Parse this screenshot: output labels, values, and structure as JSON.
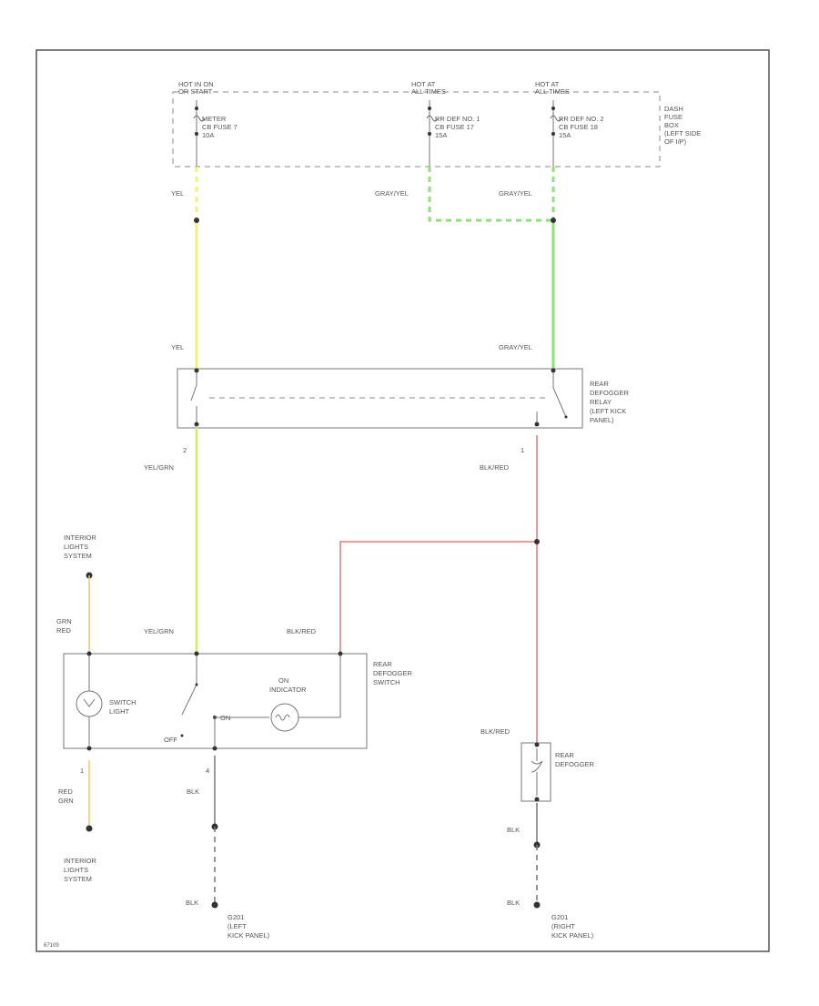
{
  "colors": {
    "yel": "#f2f27a",
    "yel_grn": "#d4ec7c",
    "gray_yel": "#8de07a",
    "blk_red": "#e07a7a",
    "red_grn": "#f2cc55",
    "grn_red": "#e8c878",
    "blk": "#777777"
  },
  "fuse_box": {
    "feeds": [
      {
        "lines": [
          "HOT IN ON",
          "OR START"
        ],
        "fuse_lines": [
          "METER",
          "CB FUSE 7",
          "10A"
        ]
      },
      {
        "lines": [
          "HOT AT",
          "ALL TIMES"
        ],
        "fuse_lines": [
          "RR DEF NO. 1",
          "CB FUSE 17",
          "15A"
        ]
      },
      {
        "lines": [
          "HOT AT",
          "ALL TIMES"
        ],
        "fuse_lines": [
          "RR DEF NO. 2",
          "CB FUSE 18",
          "15A"
        ]
      }
    ],
    "label_lines": [
      "DASH",
      "FUSE",
      "BOX",
      "(LEFT SIDE",
      "OF I/P)"
    ]
  },
  "wire_labels": {
    "yel_top": "YEL",
    "grayyel_a": "GRAY/YEL",
    "grayyel_b": "GRAY/YEL",
    "yel_mid": "YEL",
    "grayyel_mid": "GRAY/YEL",
    "pin_2": "2",
    "yelgrn_upper": "YEL/GRN",
    "pin_1": "1",
    "blkred_upper": "BLK/RED",
    "yelgrn_lower": "YEL/GRN",
    "blkred_switch": "BLK/RED",
    "grn_red": [
      "GRN",
      "RED"
    ],
    "pin_1_left": "1",
    "red_grn": [
      "RED",
      "GRN"
    ],
    "pin_4": "4",
    "blk_left": "BLK",
    "blk_left_ground": "BLK",
    "blkred_defogger": "BLK/RED",
    "blk_right": "BLK",
    "blk_right_ground": "BLK"
  },
  "relay": {
    "label_lines": [
      "REAR",
      "DEFOGGER",
      "RELAY",
      "(LEFT KICK",
      "PANEL)"
    ]
  },
  "interior_top": {
    "label_lines": [
      "INTERIOR",
      "LIGHTS",
      "SYSTEM"
    ]
  },
  "interior_bottom": {
    "label_lines": [
      "INTERIOR",
      "LIGHTS",
      "SYSTEM"
    ]
  },
  "switch": {
    "label_lines": [
      "REAR",
      "DEFOGGER",
      "SWITCH"
    ],
    "switch_light_lines": [
      "SWITCH",
      "LIGHT"
    ],
    "off_label": "OFF",
    "on_label": "ON",
    "indicator_lines": [
      "ON",
      "INDICATOR"
    ]
  },
  "defogger": {
    "label_lines": [
      "REAR",
      "DEFOGGER"
    ]
  },
  "ground_left": {
    "label_lines": [
      "G201",
      "(LEFT",
      "KICK PANEL)"
    ]
  },
  "ground_right": {
    "label_lines": [
      "G201",
      "(RIGHT",
      "KICK PANEL)"
    ]
  },
  "footer_code": "67109"
}
